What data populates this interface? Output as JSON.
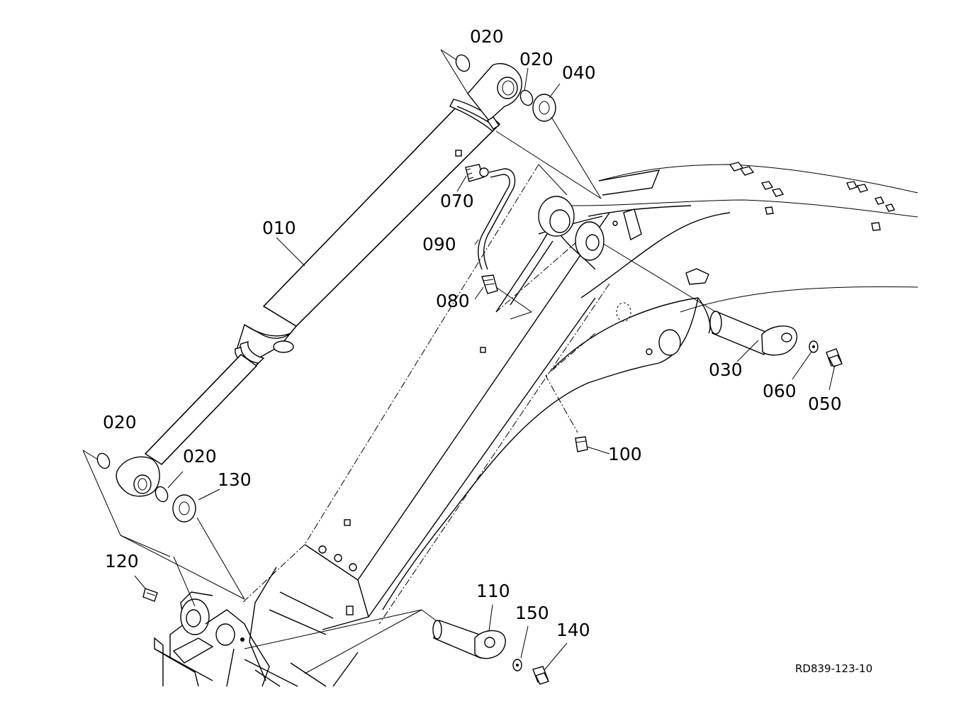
{
  "diagram": {
    "reference_code": "RD839-123-10",
    "callouts": [
      {
        "id": "c-020-a",
        "label": "020"
      },
      {
        "id": "c-020-b",
        "label": "020"
      },
      {
        "id": "c-040",
        "label": "040"
      },
      {
        "id": "c-070",
        "label": "070"
      },
      {
        "id": "c-010",
        "label": "010"
      },
      {
        "id": "c-090",
        "label": "090"
      },
      {
        "id": "c-080",
        "label": "080"
      },
      {
        "id": "c-030",
        "label": "030"
      },
      {
        "id": "c-060",
        "label": "060"
      },
      {
        "id": "c-050",
        "label": "050"
      },
      {
        "id": "c-100",
        "label": "100"
      },
      {
        "id": "c-020-c",
        "label": "020"
      },
      {
        "id": "c-020-d",
        "label": "020"
      },
      {
        "id": "c-130",
        "label": "130"
      },
      {
        "id": "c-120",
        "label": "120"
      },
      {
        "id": "c-110",
        "label": "110"
      },
      {
        "id": "c-150",
        "label": "150"
      },
      {
        "id": "c-140",
        "label": "140"
      }
    ]
  }
}
